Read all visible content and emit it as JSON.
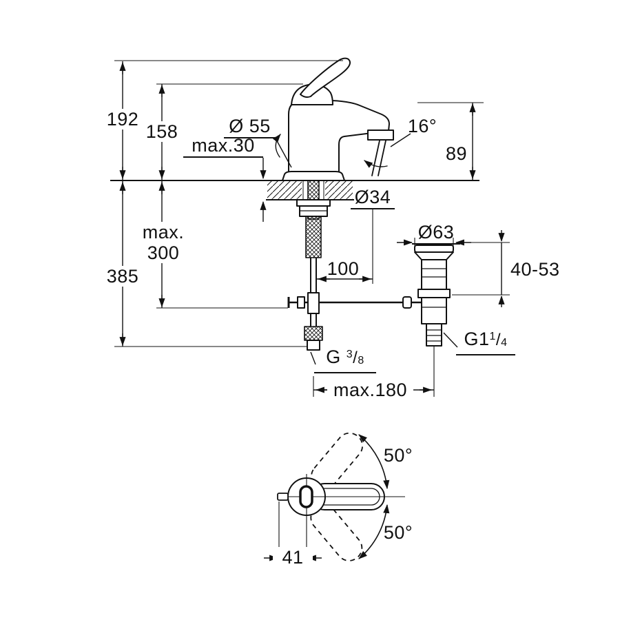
{
  "drawing": {
    "kind": "faucet-installation-dimension-drawing",
    "line_color": "#111111",
    "background_color": "#ffffff"
  },
  "dimensions": {
    "overall_height": "192",
    "height_to_handle": "158",
    "base_diameter": "Ø 55",
    "deck_thickness": "max.30",
    "spray_angle": "16°",
    "outlet_height": "89",
    "hole_diameter": "Ø34",
    "hose_max_word": "max.",
    "hose_max_value": "300",
    "total_depth": "385",
    "spout_reach": "100",
    "popup_flange_diameter": "Ø63",
    "popup_adjust_range": "40-53",
    "drain_thread_base": "G1",
    "drain_thread_num": "1",
    "drain_thread_den": "4",
    "hose_thread_base": "G",
    "hose_thread_num": "3",
    "hose_thread_den": "8",
    "fraction_slash": "/",
    "max_width": "max.180",
    "swivel_upper": "50°",
    "swivel_lower": "50°",
    "handle_offset": "41"
  }
}
